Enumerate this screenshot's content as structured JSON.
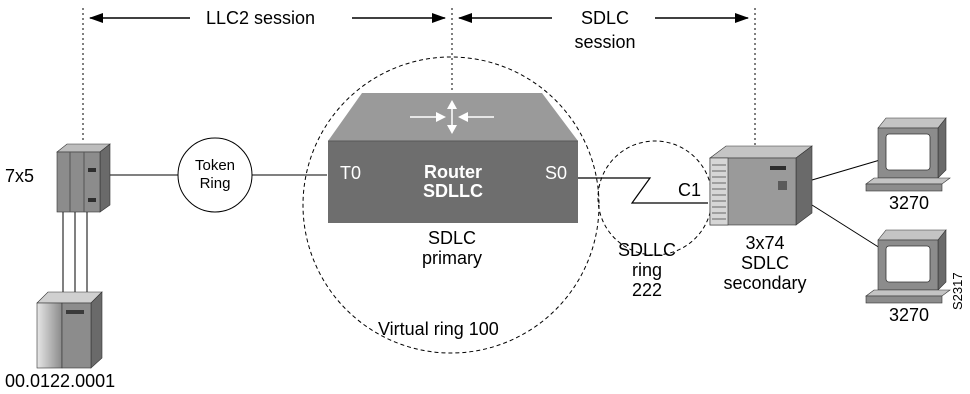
{
  "sessions": {
    "llc2": "LLC2 session",
    "sdlc_line1": "SDLC",
    "sdlc_line2": "session"
  },
  "host": {
    "label": "7x5",
    "address": "00.0122.0001"
  },
  "token_ring": {
    "line1": "Token",
    "line2": "Ring"
  },
  "router": {
    "line1": "Router",
    "line2": "SDLLC",
    "port_left": "T0",
    "port_right": "S0",
    "role_line1": "SDLC",
    "role_line2": "primary"
  },
  "virtual_ring": "Virtual ring 100",
  "sdllc_ring": {
    "line1": "SDLLC",
    "line2": "ring",
    "line3": "222"
  },
  "controller": {
    "address": "C1",
    "line1": "3x74",
    "line2": "SDLC",
    "line3": "secondary"
  },
  "terminals": [
    {
      "label": "3270"
    },
    {
      "label": "3270"
    }
  ],
  "figure_id": "S2317",
  "colors": {
    "router_top": "#9a9a9a",
    "router_front": "#6e6e6e",
    "router_side": "#5a5a5a",
    "device_gray": "#8c8c8c",
    "line": "#000000"
  }
}
